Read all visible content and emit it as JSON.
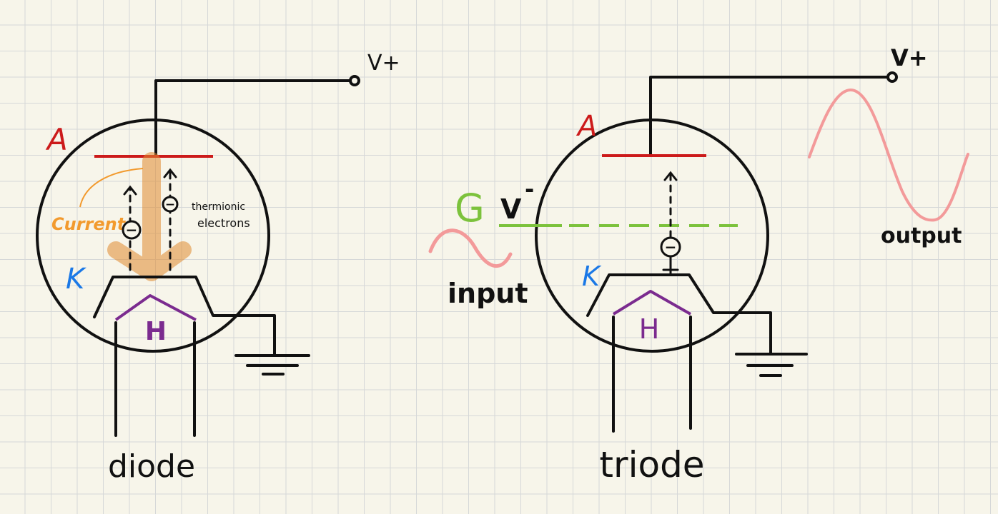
{
  "colors": {
    "anode": "#cc1a1a",
    "cathode": "#1a78e6",
    "heater": "#7b2b8f",
    "grid": "#7cc23c",
    "current": "#f29a2e",
    "wave": "#f39a9a",
    "ink": "#111111"
  },
  "diode": {
    "title": "diode",
    "anode_label": "A",
    "cathode_label": "K",
    "heater_label": "H",
    "current_label": "Current",
    "electron_label_1": "thermionic",
    "electron_label_2": "electrons",
    "supply_label": "V+",
    "electron_symbol": "−"
  },
  "triode": {
    "title": "triode",
    "anode_label": "A",
    "cathode_label": "K",
    "heater_label": "H",
    "grid_label": "G",
    "grid_voltage_label": "V",
    "grid_voltage_sign": "-",
    "supply_label": "V+",
    "input_label": "input",
    "output_label": "output",
    "electron_symbol": "−"
  },
  "icons": [
    "ground-icon",
    "electron-icon",
    "sine-wave-icon"
  ]
}
